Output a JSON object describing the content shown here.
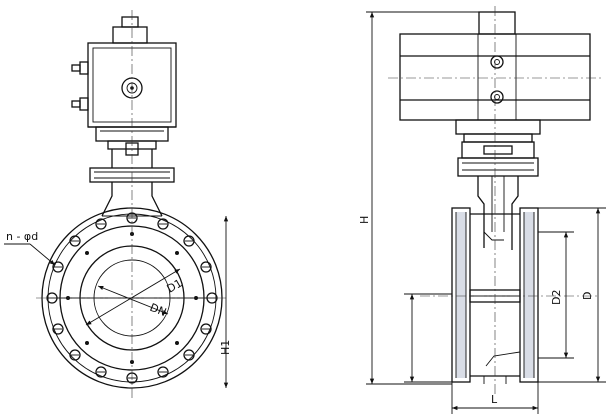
{
  "labels": {
    "bolt_holes": "n - φd",
    "d1": "D1",
    "dn": "DN",
    "h1": "H1",
    "h": "H",
    "d2": "D2",
    "d": "D",
    "l": "L"
  },
  "colors": {
    "line": "#111111",
    "face": "#d9dde6",
    "background": "#ffffff"
  }
}
